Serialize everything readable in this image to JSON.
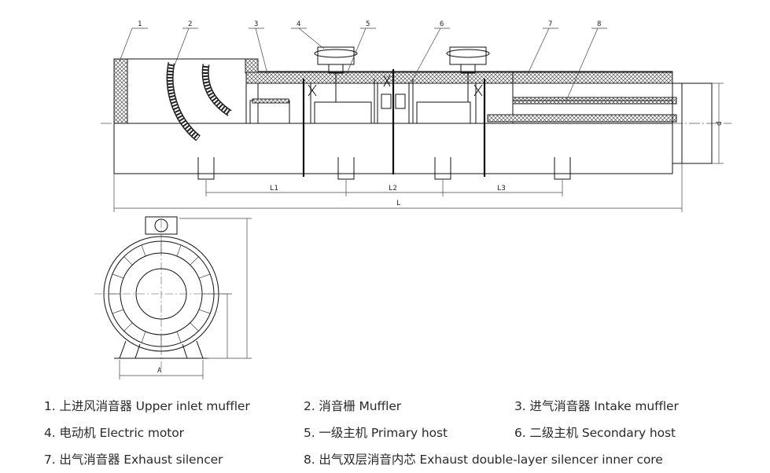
{
  "callouts": [
    "1",
    "2",
    "3",
    "4",
    "5",
    "6",
    "7",
    "8"
  ],
  "dimensions": {
    "l1": "L1",
    "l2": "L2",
    "l3": "L3",
    "total_length": "L",
    "width_a": "A"
  },
  "legend": [
    {
      "number": "1.",
      "text": "上进风消音器 Upper inlet muffler"
    },
    {
      "number": "2.",
      "text": "消音栅 Muffler"
    },
    {
      "number": "3.",
      "text": "进气消音器 Intake muffler"
    },
    {
      "number": "4.",
      "text": "电动机 Electric motor"
    },
    {
      "number": "5.",
      "text": "一级主机 Primary host"
    },
    {
      "number": "6.",
      "text": "二级主机 Secondary host"
    },
    {
      "number": "7.",
      "text": "出气消音器 Exhaust silencer"
    },
    {
      "number": "8.",
      "text": "出气双层消音内芯 Exhaust double-layer silencer inner core"
    }
  ],
  "colors": {
    "line": "#111111",
    "legend_text": "#2a2a2a",
    "background": "#ffffff"
  }
}
